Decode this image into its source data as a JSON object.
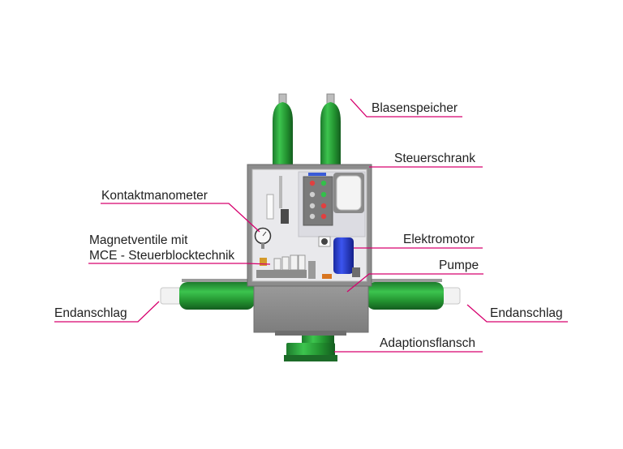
{
  "labels": {
    "blasenspeicher": "Blasenspeicher",
    "steuerschrank": "Steuerschrank",
    "kontaktmanometer": "Kontaktmanometer",
    "magnetventile_line1": "Magnetventile mit",
    "magnetventile_line2": "MCE - Steuerblocktechnik",
    "elektromotor": "Elektromotor",
    "pumpe": "Pumpe",
    "endanschlag_left": "Endanschlag",
    "endanschlag_right": "Endanschlag",
    "adaptionsflansch": "Adaptionsflansch"
  },
  "colors": {
    "leader": "#d6006e",
    "green": "#2a9d3a",
    "green_dark": "#1c6b28",
    "housing": "#8e8e8e",
    "motor": "#2a3fd0"
  }
}
